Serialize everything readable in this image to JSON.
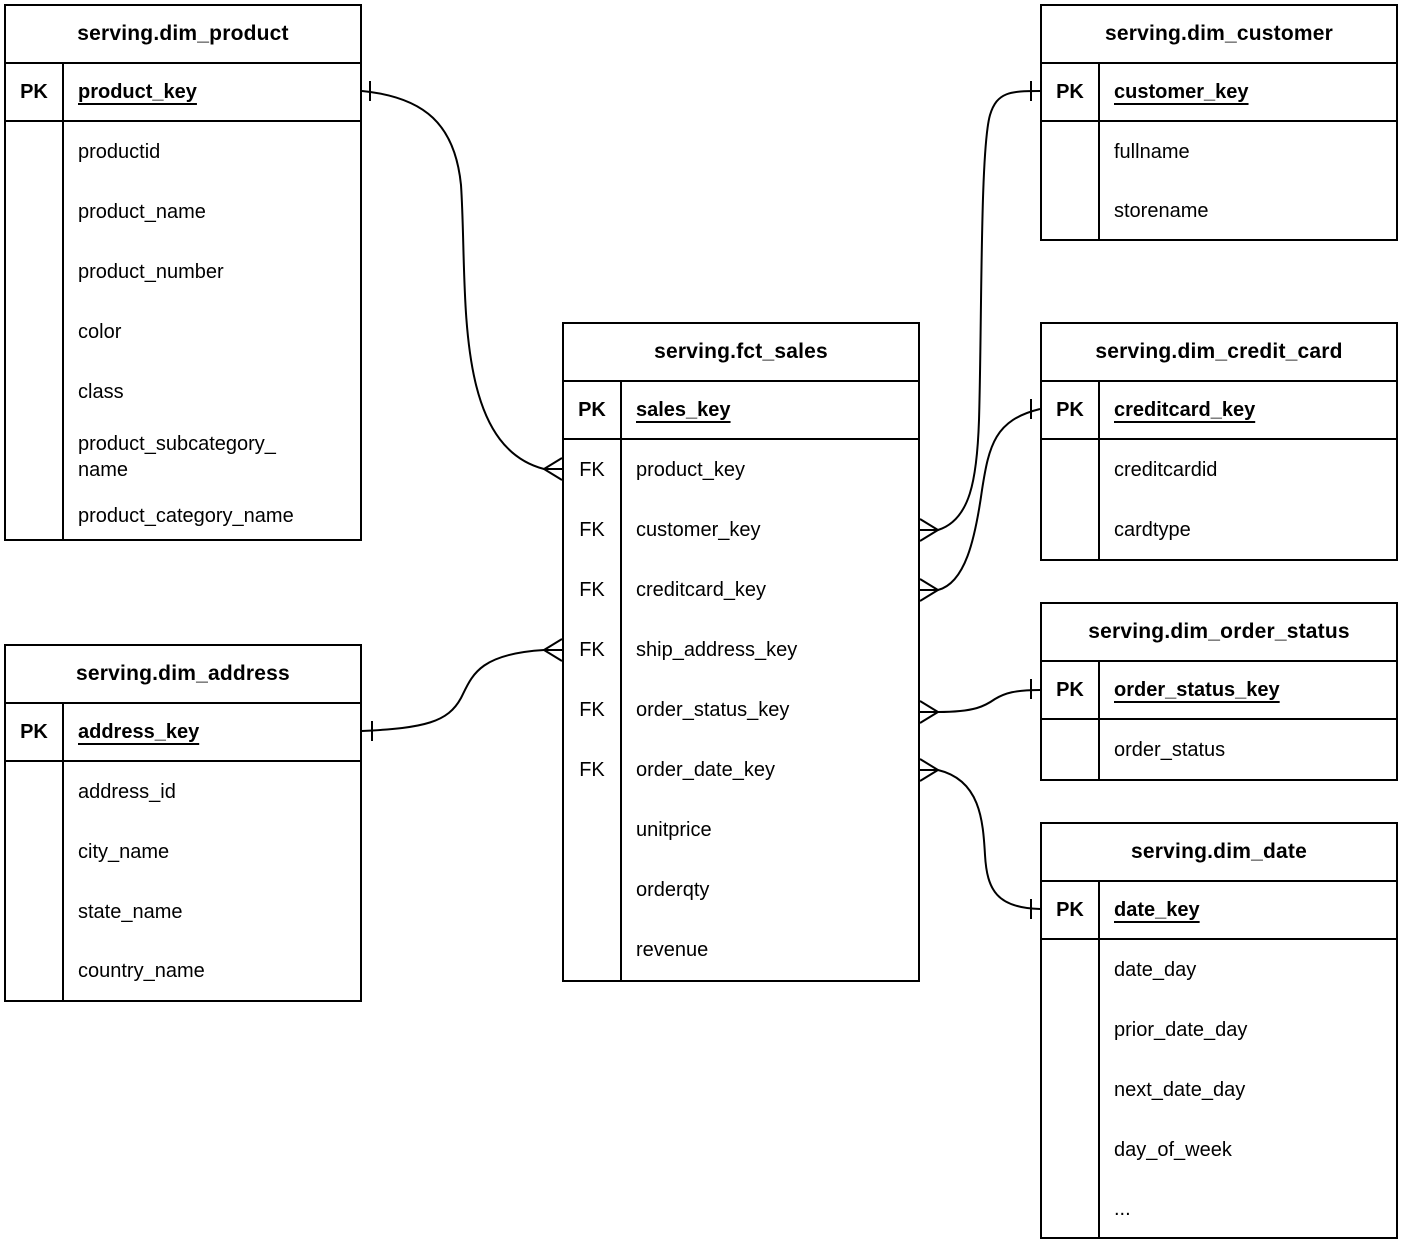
{
  "tables": [
    {
      "name": "dim_product",
      "title": "serving.dim_product",
      "pk": {
        "key_label": "PK",
        "field": "product_key"
      },
      "rows": [
        {
          "key": "",
          "field": "productid"
        },
        {
          "key": "",
          "field": "product_name"
        },
        {
          "key": "",
          "field": "product_number"
        },
        {
          "key": "",
          "field": "color"
        },
        {
          "key": "",
          "field": "class"
        },
        {
          "key": "",
          "field": "product_subcategory_name"
        },
        {
          "key": "",
          "field": "product_category_name"
        }
      ]
    },
    {
      "name": "dim_address",
      "title": "serving.dim_address",
      "pk": {
        "key_label": "PK",
        "field": "address_key"
      },
      "rows": [
        {
          "key": "",
          "field": "address_id"
        },
        {
          "key": "",
          "field": "city_name"
        },
        {
          "key": "",
          "field": "state_name"
        },
        {
          "key": "",
          "field": "country_name"
        }
      ]
    },
    {
      "name": "fct_sales",
      "title": "serving.fct_sales",
      "pk": {
        "key_label": "PK",
        "field": "sales_key"
      },
      "rows": [
        {
          "key": "FK",
          "field": "product_key"
        },
        {
          "key": "FK",
          "field": "customer_key"
        },
        {
          "key": "FK",
          "field": "creditcard_key"
        },
        {
          "key": "FK",
          "field": "ship_address_key"
        },
        {
          "key": "FK",
          "field": "order_status_key"
        },
        {
          "key": "FK",
          "field": "order_date_key"
        },
        {
          "key": "",
          "field": "unitprice"
        },
        {
          "key": "",
          "field": "orderqty"
        },
        {
          "key": "",
          "field": "revenue"
        }
      ]
    },
    {
      "name": "dim_customer",
      "title": "serving.dim_customer",
      "pk": {
        "key_label": "PK",
        "field": "customer_key"
      },
      "rows": [
        {
          "key": "",
          "field": "fullname"
        },
        {
          "key": "",
          "field": "storename"
        }
      ]
    },
    {
      "name": "dim_credit_card",
      "title": "serving.dim_credit_card",
      "pk": {
        "key_label": "PK",
        "field": "creditcard_key"
      },
      "rows": [
        {
          "key": "",
          "field": "creditcardid"
        },
        {
          "key": "",
          "field": "cardtype"
        }
      ]
    },
    {
      "name": "dim_order_status",
      "title": "serving.dim_order_status",
      "pk": {
        "key_label": "PK",
        "field": "order_status_key"
      },
      "rows": [
        {
          "key": "",
          "field": "order_status"
        }
      ]
    },
    {
      "name": "dim_date",
      "title": "serving.dim_date",
      "pk": {
        "key_label": "PK",
        "field": "date_key"
      },
      "rows": [
        {
          "key": "",
          "field": "date_day"
        },
        {
          "key": "",
          "field": "prior_date_day"
        },
        {
          "key": "",
          "field": "next_date_day"
        },
        {
          "key": "",
          "field": "day_of_week"
        },
        {
          "key": "",
          "field": "..."
        }
      ]
    }
  ],
  "relationships": [
    {
      "many_table": "serving.fct_sales",
      "many_field": "product_key",
      "one_table": "serving.dim_product",
      "one_field": "product_key",
      "cardinality": "many-to-one"
    },
    {
      "many_table": "serving.fct_sales",
      "many_field": "ship_address_key",
      "one_table": "serving.dim_address",
      "one_field": "address_key",
      "cardinality": "many-to-one"
    },
    {
      "many_table": "serving.fct_sales",
      "many_field": "customer_key",
      "one_table": "serving.dim_customer",
      "one_field": "customer_key",
      "cardinality": "many-to-one"
    },
    {
      "many_table": "serving.fct_sales",
      "many_field": "creditcard_key",
      "one_table": "serving.dim_credit_card",
      "one_field": "creditcard_key",
      "cardinality": "many-to-one"
    },
    {
      "many_table": "serving.fct_sales",
      "many_field": "order_status_key",
      "one_table": "serving.dim_order_status",
      "one_field": "order_status_key",
      "cardinality": "many-to-one"
    },
    {
      "many_table": "serving.fct_sales",
      "many_field": "order_date_key",
      "one_table": "serving.dim_date",
      "one_field": "date_key",
      "cardinality": "many-to-one"
    }
  ],
  "colors": {
    "line": "#000000",
    "background": "#ffffff",
    "text": "#000000"
  }
}
